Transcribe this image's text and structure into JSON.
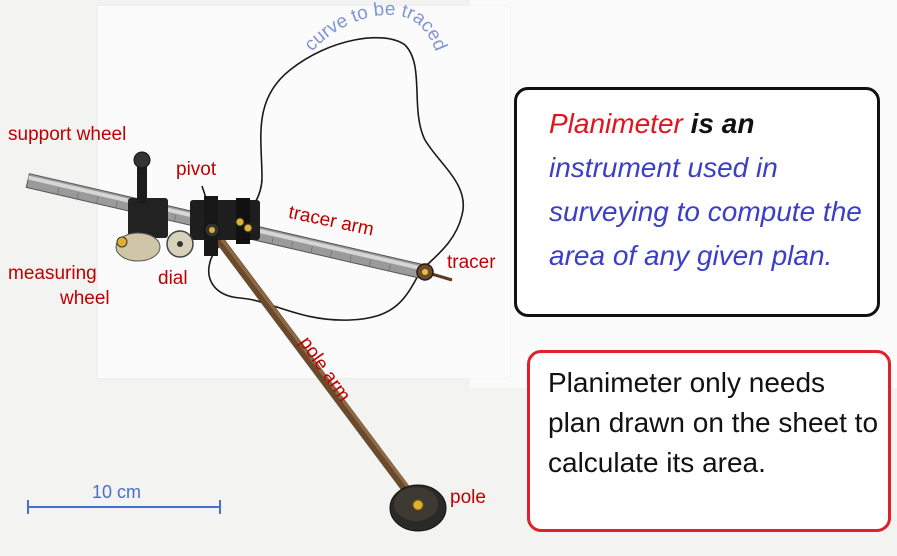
{
  "labels": {
    "curve": "curve to be traced",
    "support_wheel": "support wheel",
    "pivot": "pivot",
    "tracer_arm": "tracer arm",
    "tracer": "tracer",
    "measuring_wheel_line1": "measuring",
    "measuring_wheel_line2": "wheel",
    "dial": "dial",
    "pole_arm": "pole arm",
    "pole": "pole",
    "scale": "10 cm"
  },
  "info_box": {
    "highlight": "Planimeter",
    "is_an": " is an",
    "definition": "instrument used in surveying to compute the area of any given plan."
  },
  "note_box": {
    "text": "Planimeter only needs plan drawn on the sheet to calculate its area."
  },
  "colors": {
    "label_red": "#c00000",
    "curve_label_blue": "#7f95d6",
    "scale_blue": "#4a6fc9",
    "definition_blue": "#3a3fc6",
    "box_red_border": "#e0202a"
  }
}
